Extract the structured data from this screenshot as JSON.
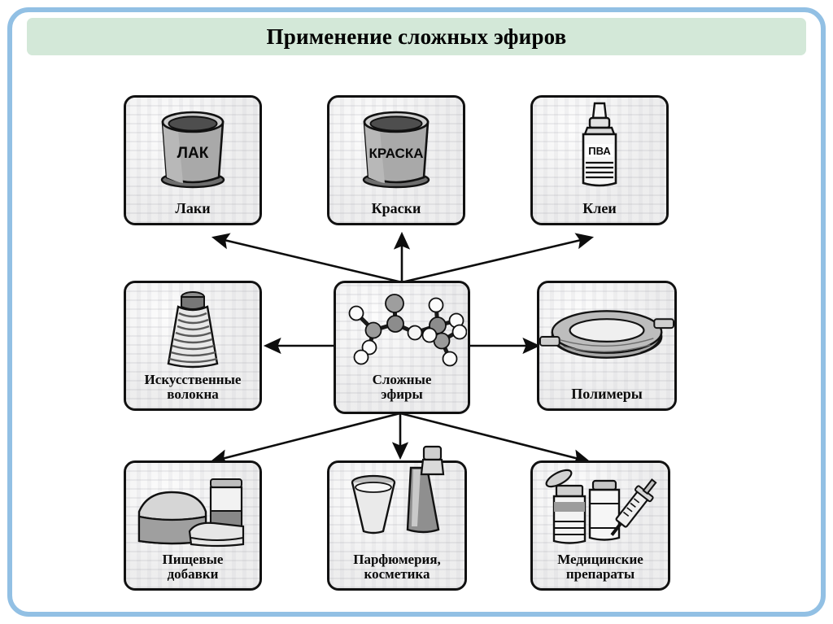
{
  "slide": {
    "title": "Применение сложных эфиров",
    "frame_color": "#92c0e4",
    "title_bg_color": "#d3e8d8",
    "background_color": "#ffffff"
  },
  "diagram": {
    "type": "radial-concept-map",
    "center": {
      "id": "esters",
      "label": "Сложные\nэфиры",
      "icon": "ester-molecule-model-icon"
    },
    "nodes": [
      {
        "id": "varnishes",
        "label": "Лаки",
        "icon": "paint-bucket-icon",
        "product_text": "ЛАК",
        "position": "top-left"
      },
      {
        "id": "paints",
        "label": "Краски",
        "icon": "paint-bucket-icon",
        "product_text": "КРАСКА",
        "position": "top-center"
      },
      {
        "id": "glues",
        "label": "Клеи",
        "icon": "glue-bottle-icon",
        "product_text": "ПВА",
        "position": "top-right"
      },
      {
        "id": "fibers",
        "label": "Искусственные\nволокна",
        "icon": "thread-spool-icon",
        "product_text": "",
        "position": "middle-left"
      },
      {
        "id": "polymers",
        "label": "Полимеры",
        "icon": "coiled-hose-icon",
        "product_text": "",
        "position": "middle-right"
      },
      {
        "id": "food",
        "label": "Пищевые\nдобавки",
        "icon": "bread-and-jar-icon",
        "product_text": "",
        "position": "bottom-left"
      },
      {
        "id": "perfume",
        "label": "Парфюмерия,\nкосметика",
        "icon": "perfume-bottles-icon",
        "product_text": "",
        "position": "bottom-center"
      },
      {
        "id": "medicine",
        "label": "Медицинские\nпрепараты",
        "icon": "vials-and-syringe-icon",
        "product_text": "",
        "position": "bottom-right"
      }
    ],
    "arrows": [
      {
        "from": "esters",
        "to": "varnishes"
      },
      {
        "from": "esters",
        "to": "paints"
      },
      {
        "from": "esters",
        "to": "glues"
      },
      {
        "from": "esters",
        "to": "fibers"
      },
      {
        "from": "esters",
        "to": "polymers"
      },
      {
        "from": "esters",
        "to": "food"
      },
      {
        "from": "esters",
        "to": "perfume"
      },
      {
        "from": "esters",
        "to": "medicine"
      }
    ]
  }
}
